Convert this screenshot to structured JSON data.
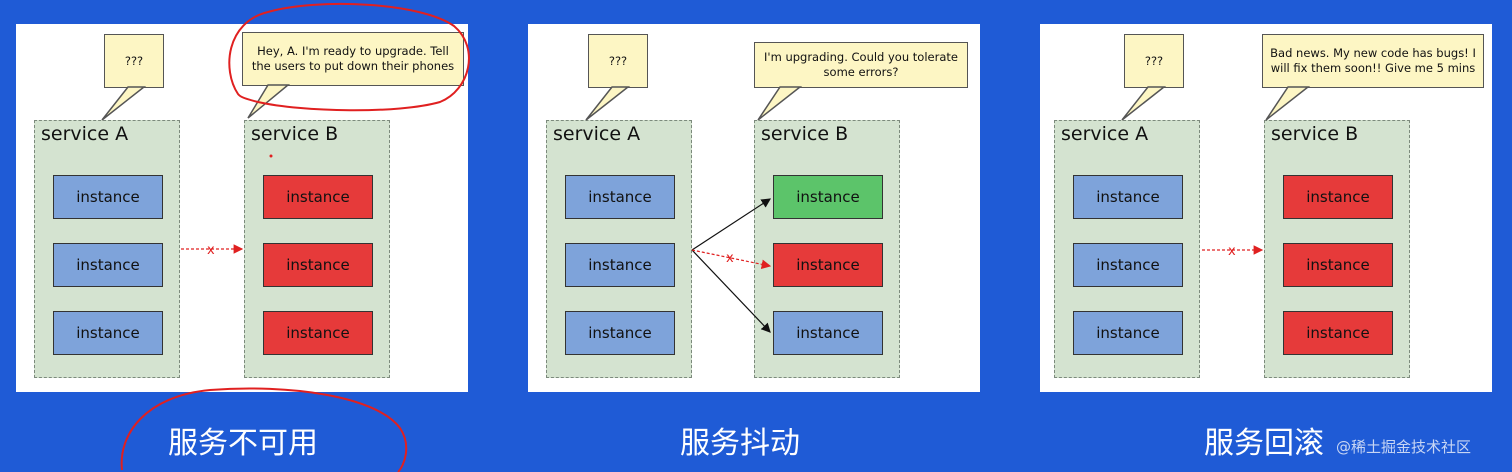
{
  "panels": [
    {
      "service_a": {
        "title": "service A",
        "instances": [
          "instance",
          "instance",
          "instance"
        ]
      },
      "service_b": {
        "title": "service B",
        "instances": [
          "instance",
          "instance",
          "instance"
        ]
      },
      "bubble_a": "???",
      "bubble_b": "Hey, A. I'm ready to upgrade. Tell the users to put down their phones",
      "blocked_mark": "x",
      "caption": "服务不可用"
    },
    {
      "service_a": {
        "title": "service A",
        "instances": [
          "instance",
          "instance",
          "instance"
        ]
      },
      "service_b": {
        "title": "service B",
        "instances": [
          "instance",
          "instance",
          "instance"
        ]
      },
      "bubble_a": "???",
      "bubble_b": "I'm upgrading. Could you tolerate some errors?",
      "blocked_mark": "x",
      "caption": "服务抖动"
    },
    {
      "service_a": {
        "title": "service A",
        "instances": [
          "instance",
          "instance",
          "instance"
        ]
      },
      "service_b": {
        "title": "service B",
        "instances": [
          "instance",
          "instance",
          "instance"
        ]
      },
      "bubble_a": "???",
      "bubble_b": "Bad news. My new code has bugs! I will fix them soon!! Give me 5 mins",
      "blocked_mark": "x",
      "caption": "服务回滚"
    }
  ],
  "colors": {
    "background": "#1f5bd6",
    "old_instance": "#7ea3da",
    "failing_instance": "#e63a3a",
    "upgraded_instance": "#5cc46a",
    "service_fill": "#d4e3d0",
    "bubble_fill": "#fdf6c4",
    "annotation": "#e02020"
  },
  "watermark": "@稀土掘金技术社区"
}
